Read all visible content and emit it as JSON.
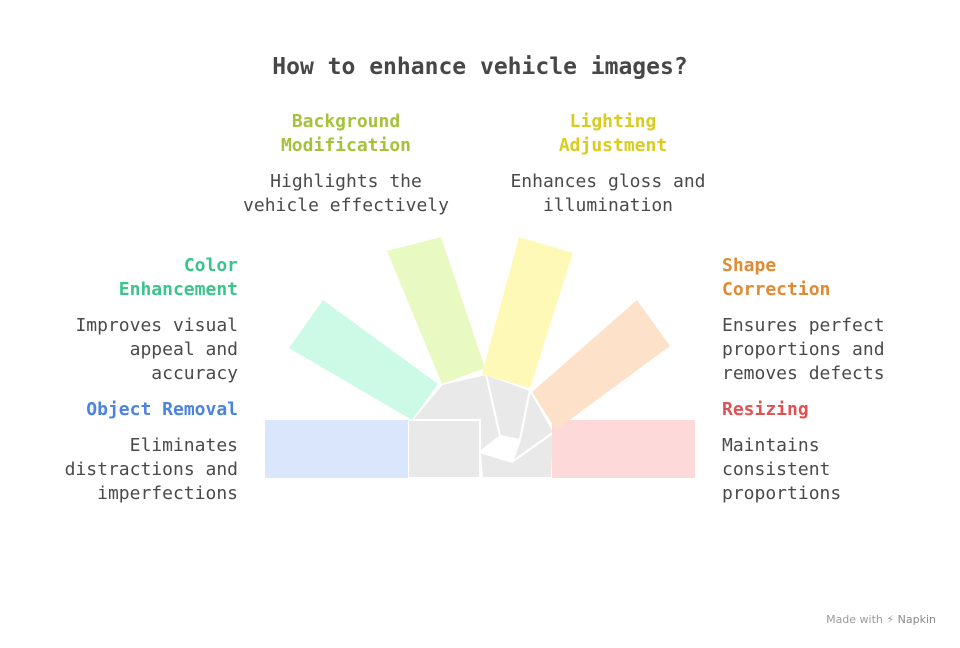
{
  "title": "How to enhance vehicle images?",
  "items": [
    {
      "label": "Background Modification",
      "label_lines": [
        "Background",
        "Modification"
      ],
      "desc_lines": [
        "Highlights the",
        "vehicle effectively"
      ],
      "color": "#a6c23a",
      "fill": "#e8f9c1"
    },
    {
      "label": "Lighting Adjustment",
      "label_lines": [
        "Lighting",
        "Adjustment"
      ],
      "desc_lines": [
        "Enhances gloss and",
        "illumination"
      ],
      "color": "#d9cc1e",
      "fill": "#fff9b8"
    },
    {
      "label": "Color Enhancement",
      "label_lines": [
        "Color",
        "Enhancement"
      ],
      "desc_lines": [
        "Improves visual",
        "appeal and",
        "accuracy"
      ],
      "color": "#3cc48d",
      "fill": "#cdfae6"
    },
    {
      "label": "Shape Correction",
      "label_lines": [
        "Shape",
        "Correction"
      ],
      "desc_lines": [
        "Ensures perfect",
        "proportions and",
        "removes defects"
      ],
      "color": "#e08a32",
      "fill": "#fde1c9"
    },
    {
      "label": "Object Removal",
      "label_lines": [
        "Object Removal"
      ],
      "desc_lines": [
        "Eliminates",
        "distractions and",
        "imperfections"
      ],
      "color": "#4b83e0",
      "fill": "#d9e6fc"
    },
    {
      "label": "Resizing",
      "label_lines": [
        "Resizing"
      ],
      "desc_lines": [
        "Maintains",
        "consistent",
        "proportions"
      ],
      "color": "#e05252",
      "fill": "#fddad9"
    }
  ],
  "footer": {
    "made_with": "Made with",
    "brand": "Napkin"
  }
}
